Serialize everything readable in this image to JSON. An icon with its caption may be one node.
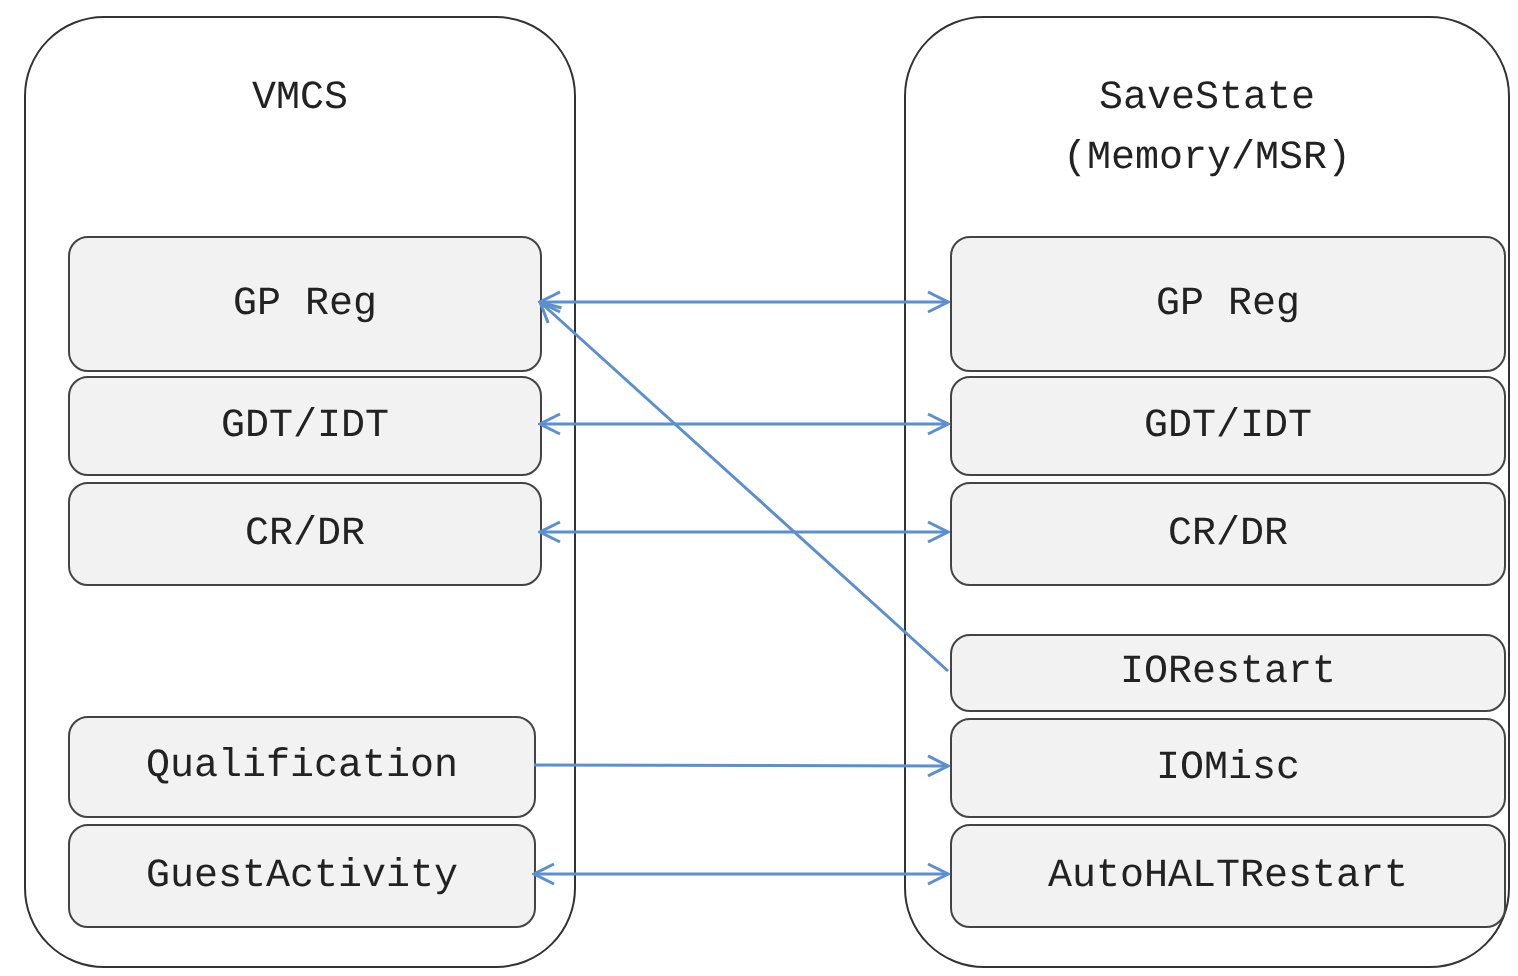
{
  "diagram": {
    "nodes": [
      {
        "text": [
          "VMCS"
        ]
      },
      {
        "text": [
          "GP Reg"
        ],
        "in": 0
      },
      {
        "text": [
          "GDT/IDT"
        ],
        "in": 0
      },
      {
        "text": [
          "CR/DR"
        ],
        "in": 0
      },
      {
        "text": [
          "Qualification"
        ],
        "in": 0
      },
      {
        "text": [
          "GuestActivity"
        ],
        "in": 0
      },
      {
        "text": [
          "SaveState (Memory/MSR)"
        ]
      },
      {
        "text": [
          "GP Reg"
        ],
        "in": 6
      },
      {
        "text": [
          "GDT/IDT"
        ],
        "in": 6
      },
      {
        "text": [
          "CR/DR"
        ],
        "in": 6
      },
      {
        "text": [
          "IORestart"
        ],
        "in": 6
      },
      {
        "text": [
          "IOMisc"
        ],
        "in": 6
      },
      {
        "text": [
          "AutoHALTRestart"
        ],
        "in": 6
      }
    ],
    "edges": [
      {
        "from": 1,
        "to": 7,
        "arrow": "both"
      },
      {
        "from": 2,
        "to": 8,
        "arrow": "both"
      },
      {
        "from": 3,
        "to": 9,
        "arrow": "both"
      },
      {
        "from": 10,
        "to": 1,
        "arrow": "to"
      },
      {
        "from": 4,
        "to": 11,
        "arrow": "to"
      },
      {
        "from": 5,
        "to": 12,
        "arrow": "both"
      }
    ]
  }
}
